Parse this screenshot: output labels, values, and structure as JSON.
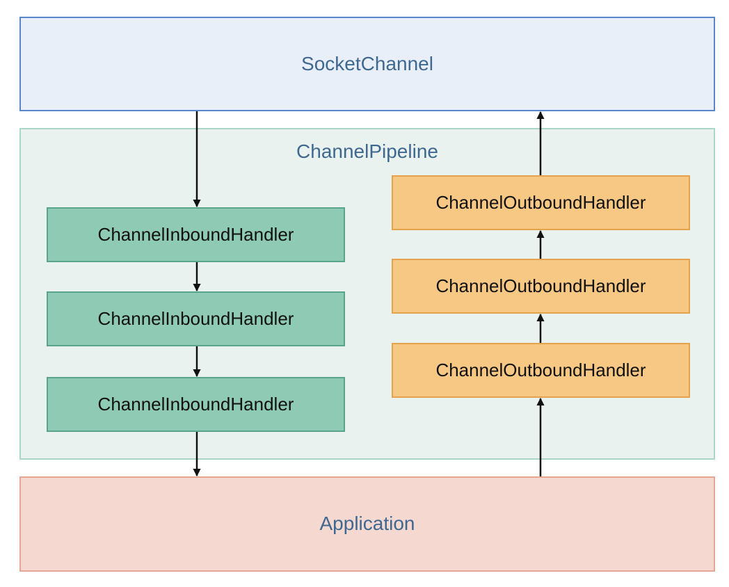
{
  "socket_channel": {
    "label": "SocketChannel"
  },
  "pipeline": {
    "label": "ChannelPipeline"
  },
  "inbound_handlers": [
    {
      "label": "ChannelInboundHandler"
    },
    {
      "label": "ChannelInboundHandler"
    },
    {
      "label": "ChannelInboundHandler"
    }
  ],
  "outbound_handlers": [
    {
      "label": "ChannelOutboundHandler"
    },
    {
      "label": "ChannelOutboundHandler"
    },
    {
      "label": "ChannelOutboundHandler"
    }
  ],
  "application": {
    "label": "Application"
  },
  "colors": {
    "socket_fill": "#e9eff9",
    "pipeline_fill": "#e9f2ef",
    "application_fill": "#f5d9d1",
    "inbound_fill": "#8ecab4",
    "outbound_fill": "#f7c784",
    "title_text": "#3f6890"
  }
}
